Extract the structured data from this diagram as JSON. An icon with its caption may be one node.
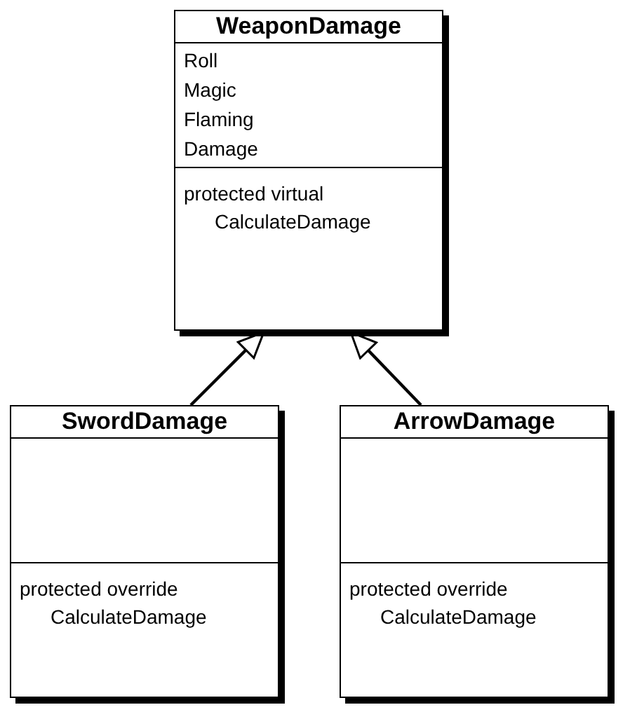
{
  "diagram": {
    "nodes": [
      {
        "text": [
          "WeaponDamage",
          "Roll",
          "Magic",
          "Flaming",
          "Damage",
          "protected virtual CalculateDamage"
        ]
      },
      {
        "text": [
          "SwordDamage",
          "protected override CalculateDamage"
        ]
      },
      {
        "text": [
          "ArrowDamage",
          "protected override CalculateDamage"
        ]
      }
    ],
    "edges": [
      {
        "from": 1,
        "to": 0,
        "arrow": "to"
      },
      {
        "from": 2,
        "to": 0,
        "arrow": "to"
      }
    ]
  }
}
